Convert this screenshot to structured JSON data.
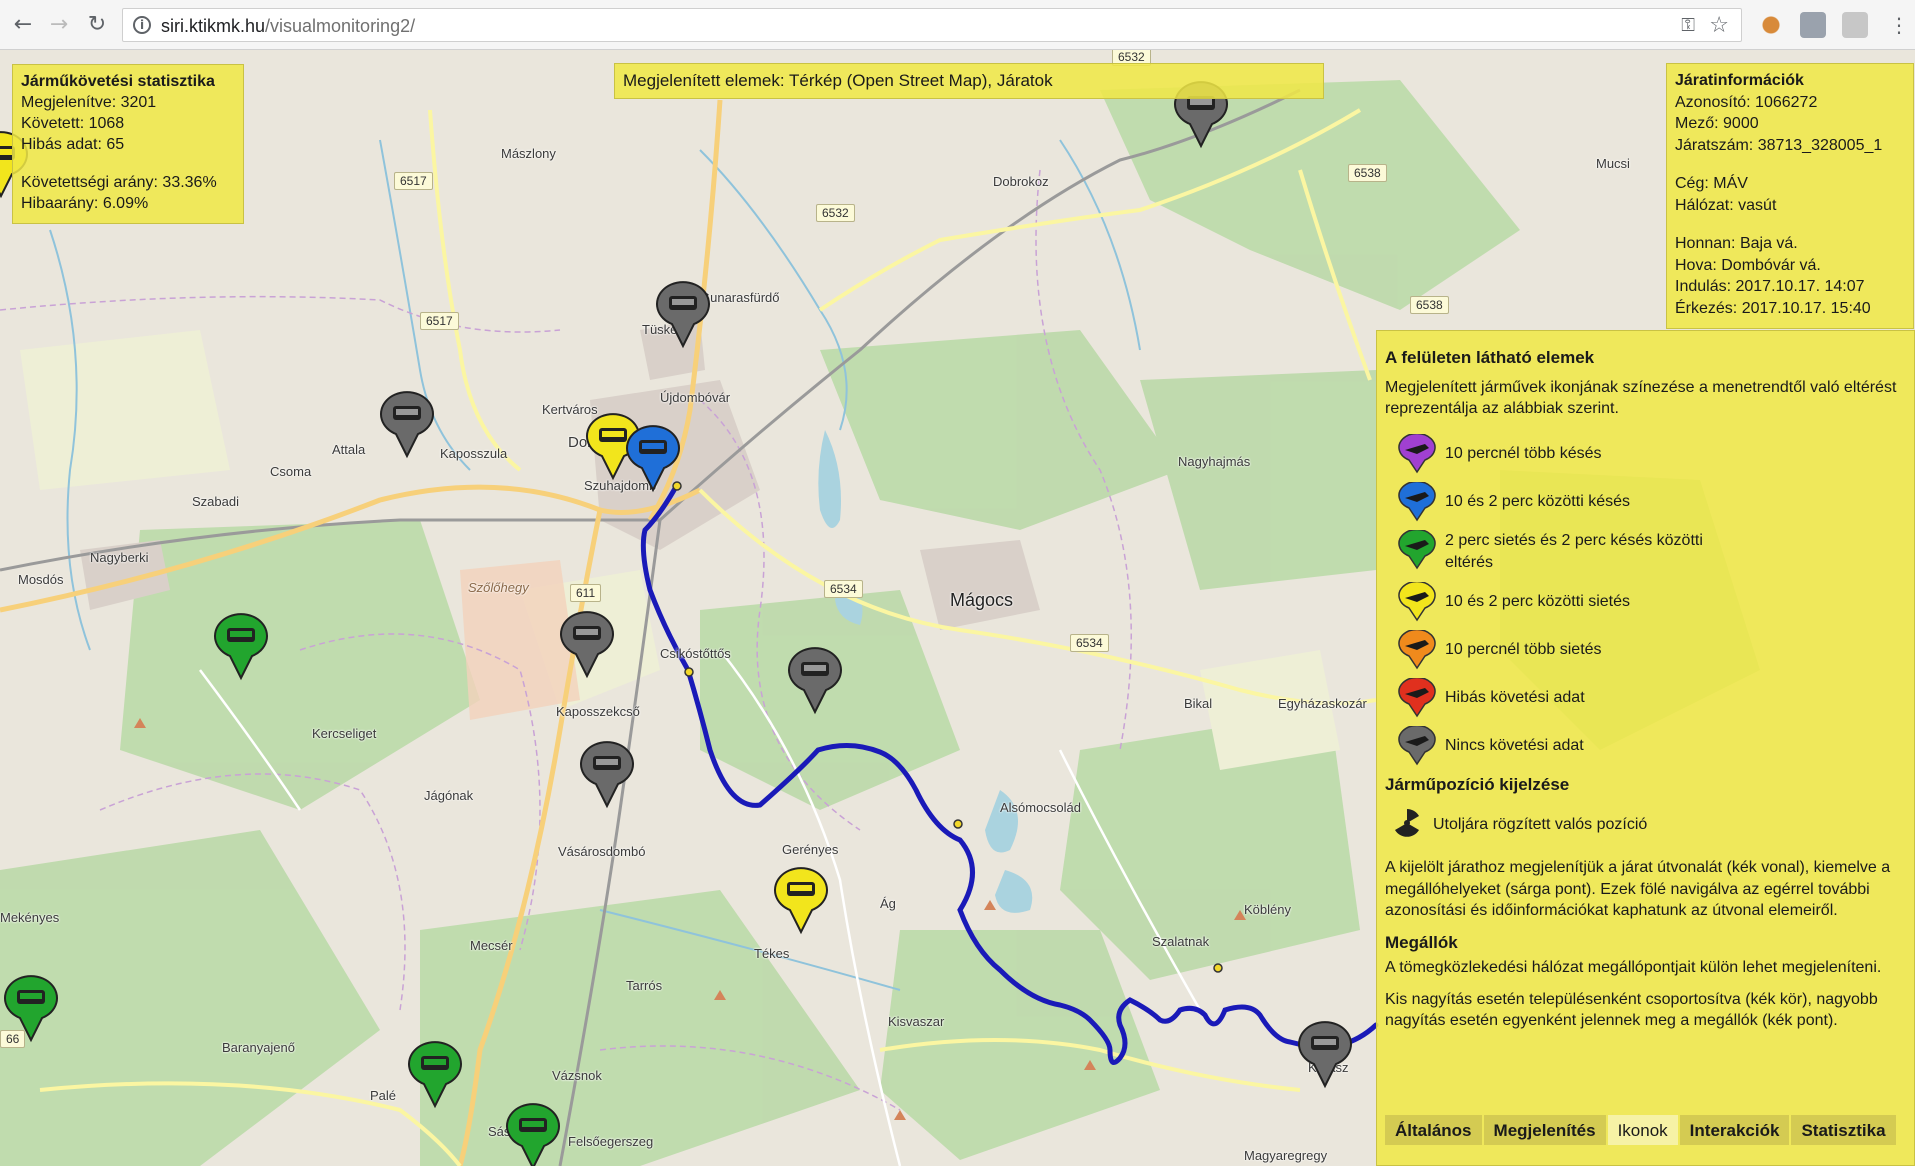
{
  "browser": {
    "url_host": "siri.ktikmk.hu",
    "url_path": "/visualmonitoring2/"
  },
  "stats": {
    "title": "Járműkövetési statisztika",
    "displayed": "Megjelenítve: 3201",
    "tracked": "Követett: 1068",
    "errors": "Hibás adat: 65",
    "tracking_ratio": "Követettségi arány: 33.36%",
    "error_ratio": "Hibaarány: 6.09%"
  },
  "banner": "Megjelenített elemek: Térkép (Open Street Map), Járatok",
  "trip_info": {
    "title": "Járatinformációk",
    "id": "Azonosító: 1066272",
    "field": "Mező: 9000",
    "trip_no": "Járatszám: 38713_328005_1",
    "company": "Cég: MÁV",
    "network": "Hálózat: vasút",
    "from": "Honnan: Baja vá.",
    "to": "Hova: Dombóvár vá.",
    "departure": "Indulás: 2017.10.17. 14:07",
    "arrival": "Érkezés: 2017.10.17. 15:40"
  },
  "legend": {
    "heading": "A felületen látható elemek",
    "intro": "Megjelenített járművek ikonjának színezése a menetrendtől való eltérést reprezentálja az alábbiak szerint.",
    "items": [
      {
        "label": "10 percnél több késés",
        "color": "#a040d0"
      },
      {
        "label": "10 és 2 perc közötti késés",
        "color": "#1f6fd8"
      },
      {
        "label": "2 perc sietés és 2 perc késés közötti eltérés",
        "color": "#22a52e"
      },
      {
        "label": "10 és 2 perc közötti sietés",
        "color": "#f2e51c"
      },
      {
        "label": "10 percnél több sietés",
        "color": "#f08a1c"
      },
      {
        "label": "Hibás követési adat",
        "color": "#e0301e"
      },
      {
        "label": "Nincs követési adat",
        "color": "#6a6a6a"
      }
    ],
    "position_heading": "Járműpozíció kijelzése",
    "position_item": "Utoljára rögzített valós pozíció",
    "route_text": "A kijelölt járathoz megjelenítjük a járat útvonalát (kék vonal), kiemelve a megállóhelyeket (sárga pont). Ezek fölé navigálva az egérrel további azonosítási és időinformációkat kaphatunk az útvonal elemeiről.",
    "stops_heading": "Megállók",
    "stops_text1": "A tömegközlekedési hálózat megállópontjait külön lehet megjeleníteni.",
    "stops_text2": "Kis nagyítás esetén településenként csoportosítva (kék kör), nagyobb nagyítás esetén egyenként jelennek meg a megállók (kék pont).",
    "tabs": [
      "Általános",
      "Megjelenítés",
      "Ikonok",
      "Interakciók",
      "Statisztika"
    ]
  },
  "map": {
    "places": [
      "Mászlony",
      "Dobrokoz",
      "Gunarasfürdő",
      "Tüske",
      "Kertváros",
      "Újdombóvár",
      "Dom",
      "Szuhajdomb",
      "Attala",
      "Kaposszula",
      "Csoma",
      "Szabadi",
      "Nagyberki",
      "Mosdós",
      "Szőlőhegy",
      "Csikóstőttős",
      "Kaposszekcső",
      "Kercseliget",
      "Jágónak",
      "Vásárosdombó",
      "Gerényes",
      "Ág",
      "Tékes",
      "Mekényes",
      "Mecsér",
      "Tarrós",
      "Kisvaszar",
      "Baranyajenő",
      "Vázsnok",
      "Palé",
      "Sásd",
      "Felsőegerszeg",
      "Mágocs",
      "Nagyhajmás",
      "Alsómocsolád",
      "Bikal",
      "Egyházaskozár",
      "Köblény",
      "Szalatnak",
      "Mucsi",
      "Karász",
      "Magyaregregy"
    ],
    "roads": [
      "6517",
      "6517",
      "6532",
      "6532",
      "6538",
      "6538",
      "611",
      "6534",
      "6534",
      "66"
    ]
  }
}
